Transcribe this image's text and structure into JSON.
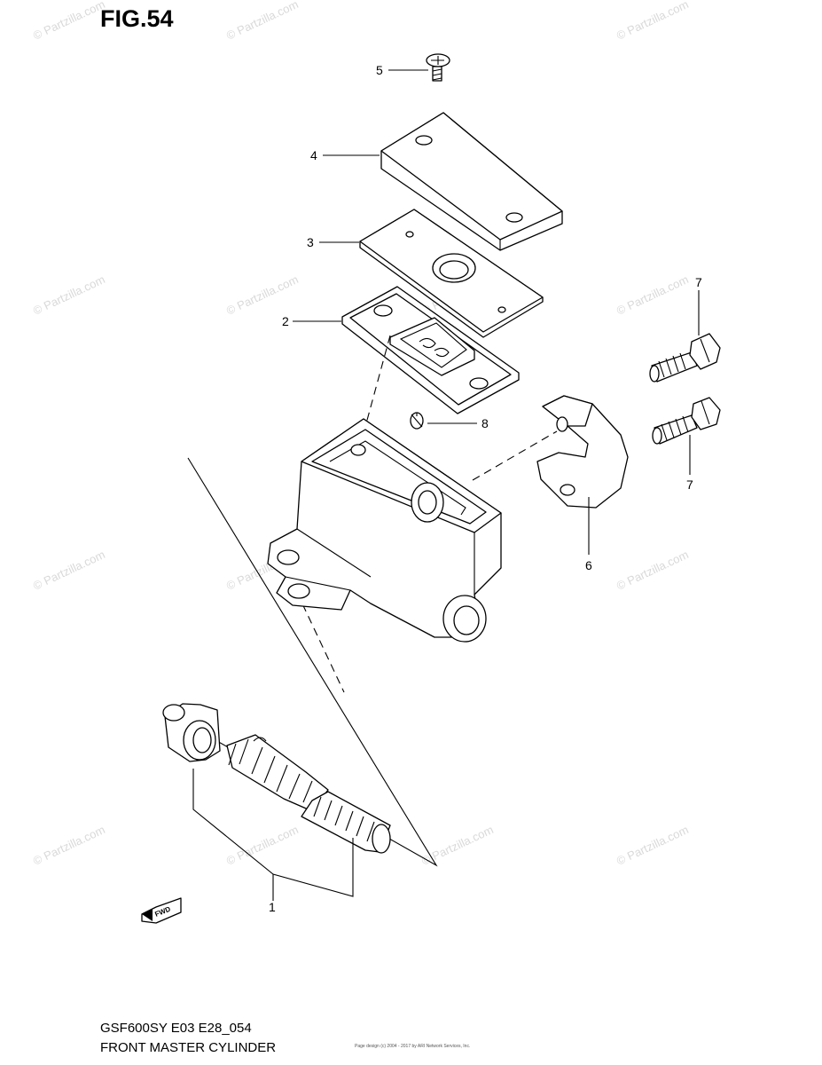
{
  "figure": {
    "title": "FIG.54",
    "model_code": "GSF600SY E03 E28_054",
    "section_title": "FRONT MASTER CYLINDER",
    "copyright_note": "Page design (c) 2004 - 2017 by ARI Network Services, Inc."
  },
  "watermark": {
    "text": "© Partzilla.com",
    "color": "#d9d9d9"
  },
  "direction_badge": {
    "text": "FWD",
    "icon": "arrow-left-icon"
  },
  "callouts": [
    {
      "number": "1",
      "part": "piston-set"
    },
    {
      "number": "2",
      "part": "diaphragm"
    },
    {
      "number": "3",
      "part": "reservoir-plate"
    },
    {
      "number": "4",
      "part": "reservoir-cap"
    },
    {
      "number": "5",
      "part": "cap-screw"
    },
    {
      "number": "6",
      "part": "holder-clamp"
    },
    {
      "number": "7",
      "part": "clamp-bolt-upper"
    },
    {
      "number": "7",
      "part": "clamp-bolt-lower"
    },
    {
      "number": "8",
      "part": "plug"
    }
  ]
}
